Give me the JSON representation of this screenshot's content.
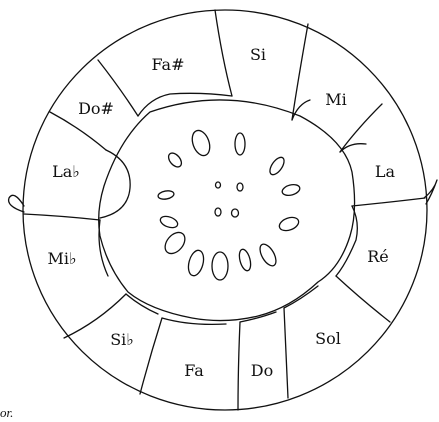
{
  "diagram": {
    "notes": [
      {
        "id": "si",
        "label": "Si"
      },
      {
        "id": "mi",
        "label": "Mi"
      },
      {
        "id": "la",
        "label": "La"
      },
      {
        "id": "re",
        "label": "Ré"
      },
      {
        "id": "sol",
        "label": "Sol"
      },
      {
        "id": "do",
        "label": "Do"
      },
      {
        "id": "fa",
        "label": "Fa"
      },
      {
        "id": "si-flat",
        "label": "Si♭"
      },
      {
        "id": "mi-flat",
        "label": "Mi♭"
      },
      {
        "id": "la-flat",
        "label": "La♭"
      },
      {
        "id": "do-sharp",
        "label": "Do#"
      },
      {
        "id": "fa-sharp",
        "label": "Fa#"
      }
    ],
    "caption_fragment": "or."
  }
}
